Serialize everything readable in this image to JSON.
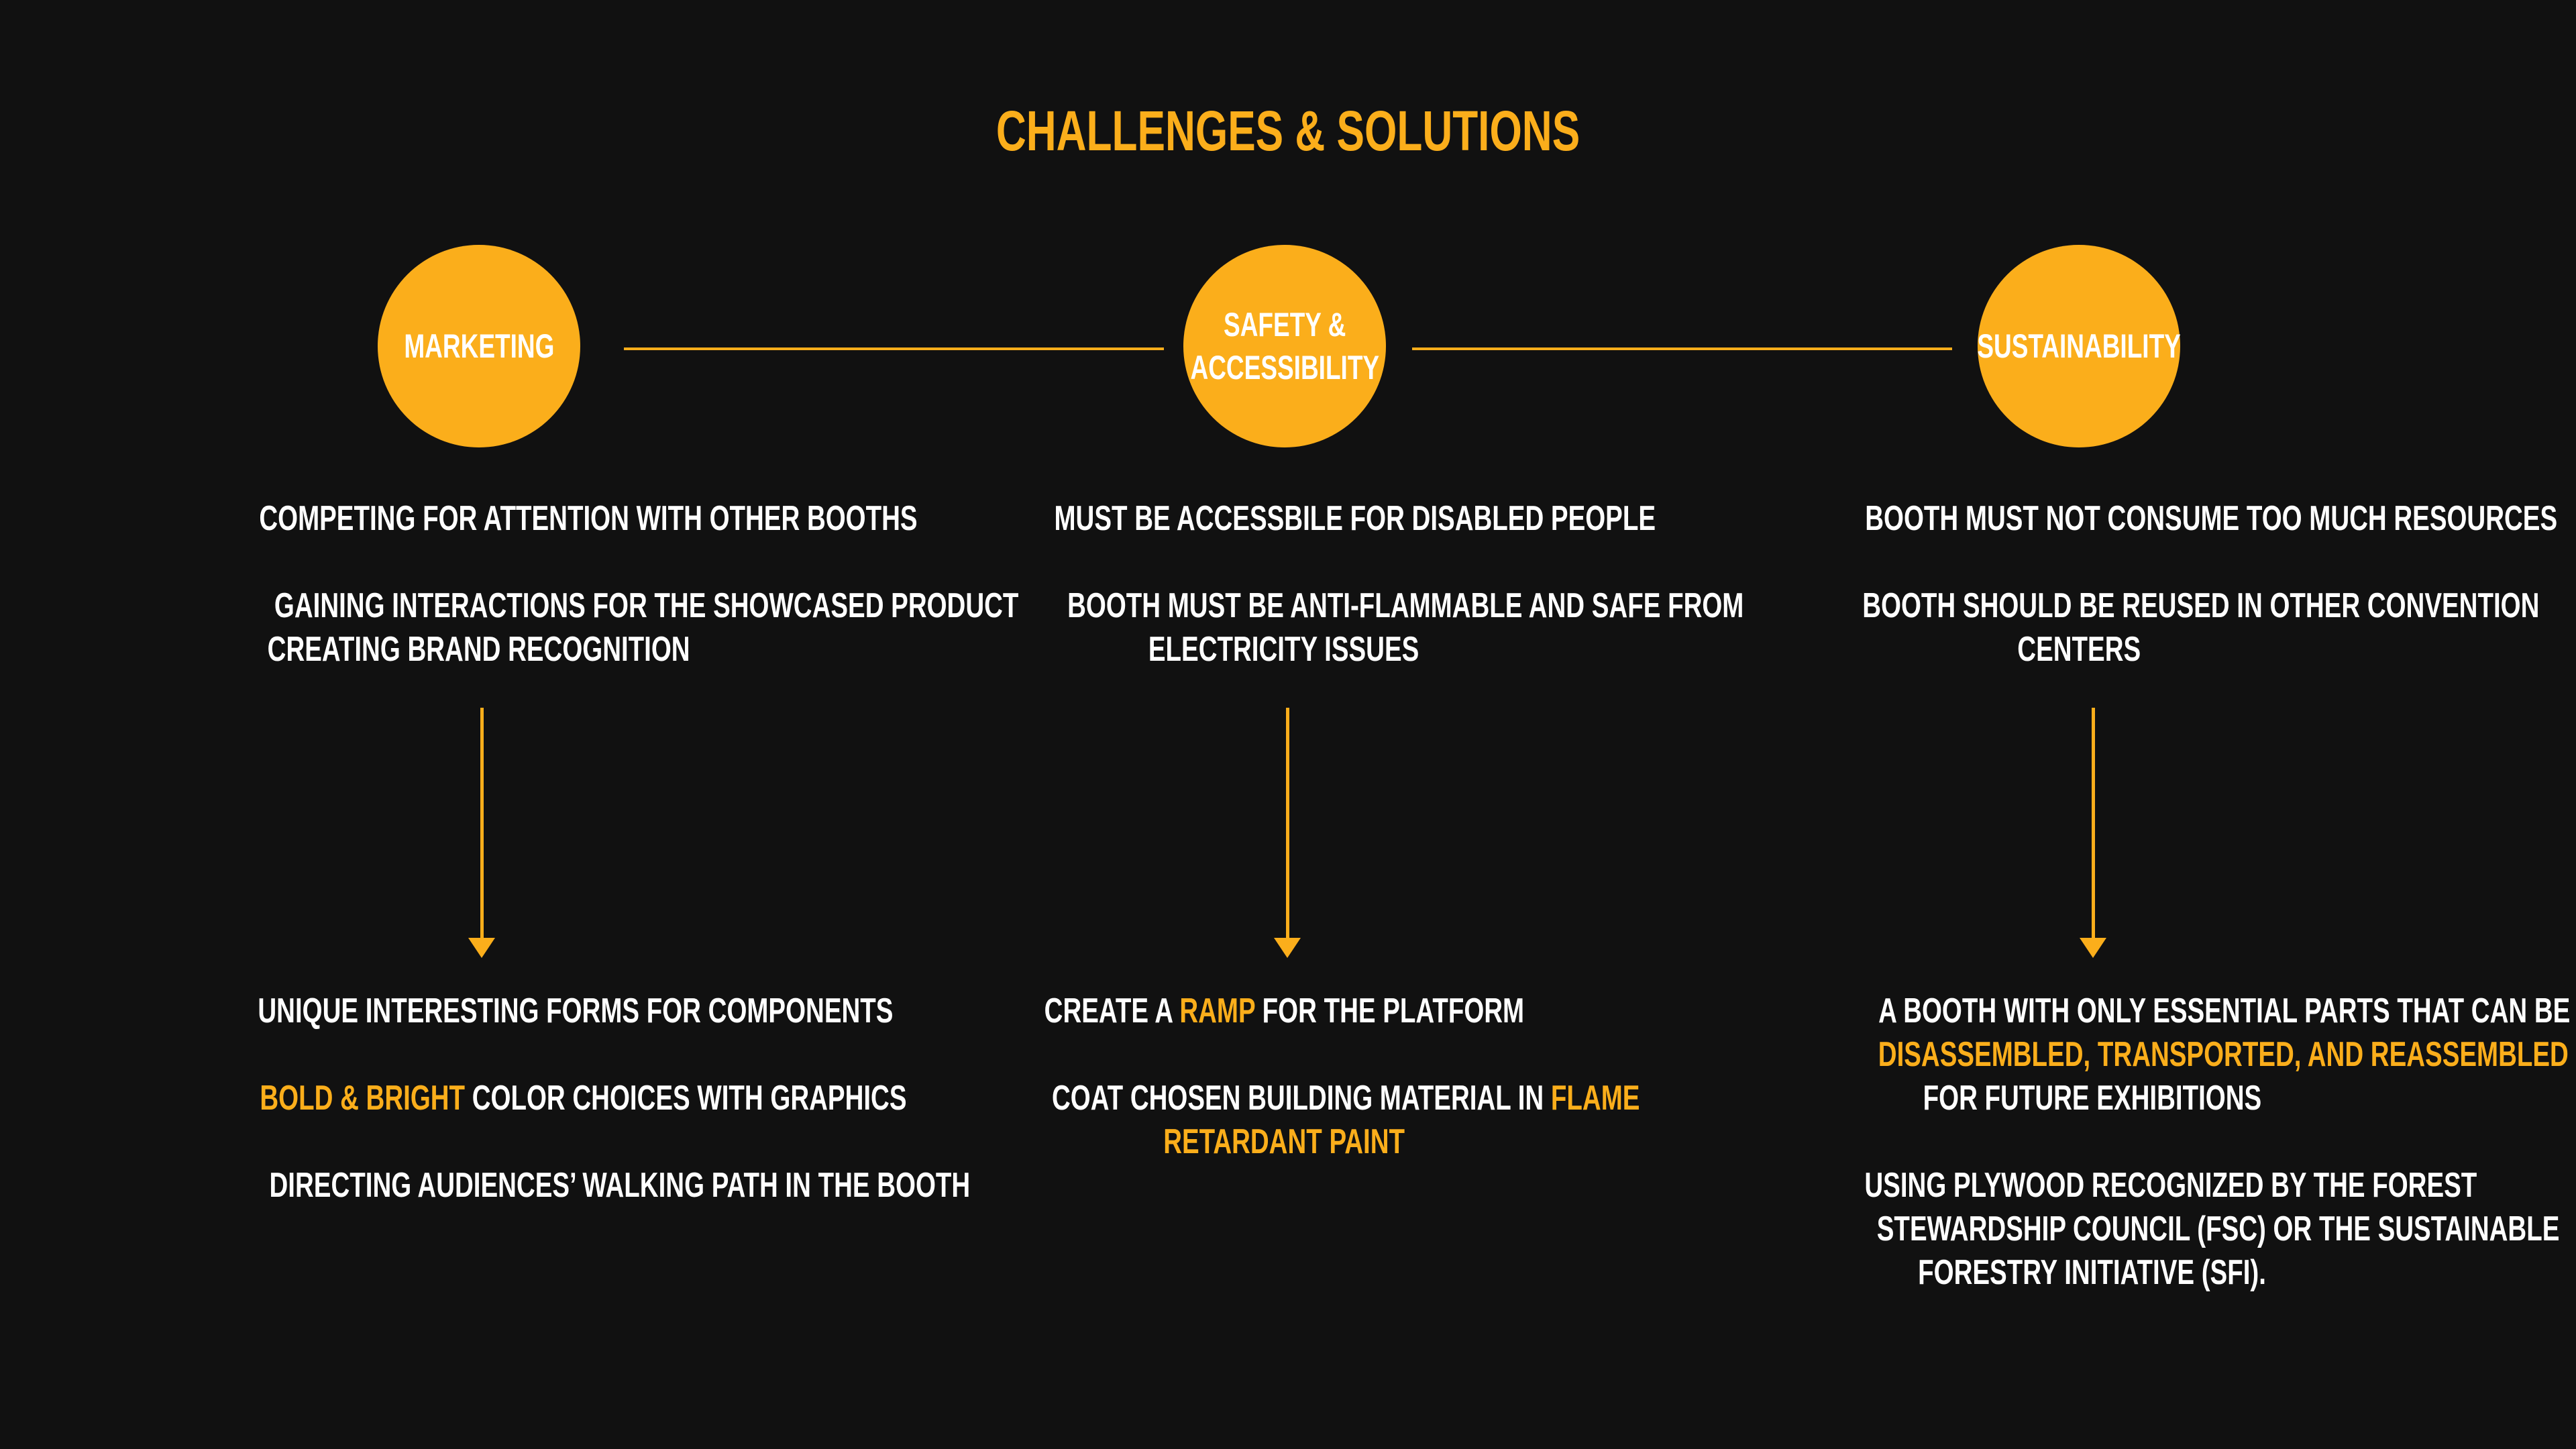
{
  "title": "CHALLENGES & SOLUTIONS",
  "colors": {
    "background": "#111111",
    "accent": "#fbae1b",
    "text": "#ffffff"
  },
  "nodes": [
    {
      "lines": [
        "MARKETING"
      ]
    },
    {
      "lines": [
        "SAFETY &",
        "ACCESSIBILITY"
      ]
    },
    {
      "lines": [
        "SUSTAINABILITY"
      ]
    }
  ],
  "challenges": [
    [
      [
        "COMPETING FOR ATTENTION WITH OTHER BOOTHS"
      ],
      [
        "GAINING INTERACTIONS FOR THE SHOWCASED PRODUCT",
        "CREATING BRAND RECOGNITION"
      ]
    ],
    [
      [
        "MUST BE ACCESSBILE FOR DISABLED PEOPLE"
      ],
      [
        "BOOTH MUST BE ANTI-FLAMMABLE AND SAFE FROM",
        "ELECTRICITY ISSUES"
      ]
    ],
    [
      [
        "BOOTH MUST NOT CONSUME TOO MUCH RESOURCES"
      ],
      [
        "BOOTH SHOULD BE REUSED IN OTHER CONVENTION",
        "CENTERS"
      ]
    ]
  ],
  "solutions": {
    "marketing": {
      "p1": "UNIQUE INTERESTING FORMS FOR COMPONENTS",
      "p2_highlight": "BOLD & BRIGHT",
      "p2_rest": " COLOR CHOICES WITH GRAPHICS",
      "p3": "DIRECTING AUDIENCES’ WALKING PATH IN THE BOOTH"
    },
    "safety": {
      "p1_pre": "CREATE A ",
      "p1_highlight": "RAMP",
      "p1_post": " FOR THE PLATFORM",
      "p2_line1_pre": "COAT CHOSEN BUILDING MATERIAL IN ",
      "p2_line1_highlight": "FLAME",
      "p2_line2_highlight": "RETARDANT PAINT"
    },
    "sustainability": {
      "p1_line1": "A BOOTH WITH ONLY ESSENTIAL PARTS THAT CAN BE",
      "p1_line2_highlight": "DISASSEMBLED, TRANSPORTED, AND REASSEMBLED",
      "p1_line3": "FOR FUTURE EXHIBITIONS",
      "p2_line1": "USING PLYWOOD RECOGNIZED BY THE FOREST",
      "p2_line2": "STEWARDSHIP COUNCIL (FSC) OR THE SUSTAINABLE",
      "p2_line3": "FORESTRY INITIATIVE (SFI)."
    }
  }
}
